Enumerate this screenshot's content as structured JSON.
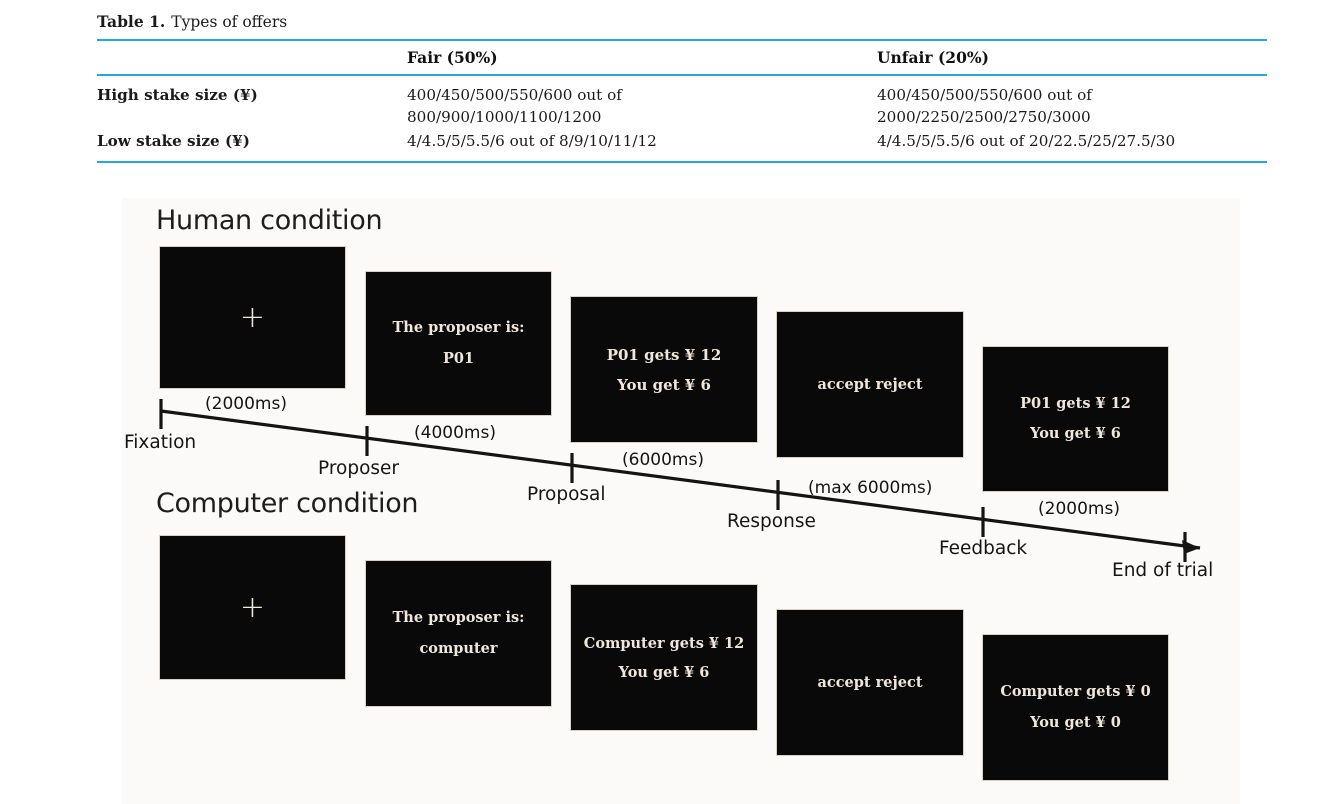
{
  "table": {
    "caption_label": "Table 1.",
    "caption_text": "Types of offers",
    "rule_color": "#23A8DC",
    "columns": [
      "",
      "Fair (50%)",
      "Unfair (20%)"
    ],
    "rows": [
      {
        "header": "High stake size (¥)",
        "fair": [
          "400/450/500/550/600 out of",
          "800/900/1000/1100/1200"
        ],
        "unfair": [
          "400/450/500/550/600 out of",
          "2000/2250/2500/2750/3000"
        ]
      },
      {
        "header": "Low stake size (¥)",
        "fair": [
          "4/4.5/5/5.5/6 out of 8/9/10/11/12"
        ],
        "unfair": [
          "4/4.5/5/5.5/6 out of 20/22.5/25/27.5/30"
        ]
      }
    ]
  },
  "figure": {
    "human": {
      "title": "Human condition",
      "screens": [
        {
          "name": "fixation",
          "lines": [
            "+"
          ],
          "duration": "(2000ms)"
        },
        {
          "name": "proposer",
          "lines": [
            "The proposer is:",
            "P01"
          ],
          "duration": "(4000ms)"
        },
        {
          "name": "proposal",
          "lines": [
            "P01  gets  ¥ 12",
            "You   get   ¥ 6"
          ],
          "duration": "(6000ms)"
        },
        {
          "name": "response",
          "lines": [
            "accept        reject"
          ],
          "duration": "(max 6000ms)"
        },
        {
          "name": "feedback",
          "lines": [
            "P01  gets  ¥ 12",
            "You   get   ¥ 6"
          ],
          "duration": "(2000ms)"
        }
      ]
    },
    "computer": {
      "title": "Computer condition",
      "screens": [
        {
          "name": "fixation",
          "lines": [
            "+"
          ],
          "duration": ""
        },
        {
          "name": "proposer",
          "lines": [
            "The proposer is:",
            "computer"
          ],
          "duration": ""
        },
        {
          "name": "proposal",
          "lines": [
            "Computer  gets ¥ 12",
            "You   get   ¥ 6"
          ],
          "duration": ""
        },
        {
          "name": "response",
          "lines": [
            "accept        reject"
          ],
          "duration": ""
        },
        {
          "name": "feedback",
          "lines": [
            "Computer   gets ¥ 0",
            "You   get   ¥ 0"
          ],
          "duration": ""
        }
      ]
    },
    "timeline": {
      "events": [
        "Fixation",
        "Proposer",
        "Proposal",
        "Response",
        "Feedback",
        "End of trial"
      ]
    }
  }
}
